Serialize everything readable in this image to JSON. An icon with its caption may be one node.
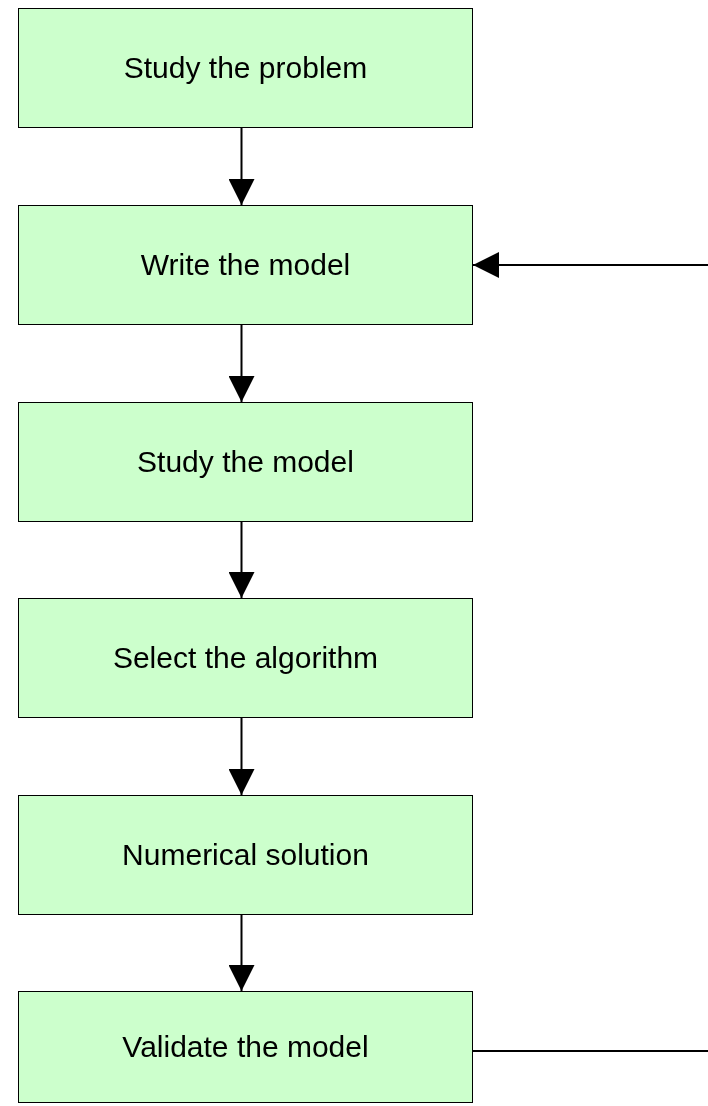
{
  "diagram": {
    "nodes": [
      {
        "text": [
          "Study the problem"
        ]
      },
      {
        "text": [
          "Write the model"
        ]
      },
      {
        "text": [
          "Study the model"
        ]
      },
      {
        "text": [
          "Select the algorithm"
        ]
      },
      {
        "text": [
          "Numerical solution"
        ]
      },
      {
        "text": [
          "Validate the model"
        ]
      }
    ],
    "edges": [
      {
        "from": 0,
        "to": 1,
        "arrow": "to"
      },
      {
        "from": 1,
        "to": 2,
        "arrow": "to"
      },
      {
        "from": 2,
        "to": 3,
        "arrow": "to"
      },
      {
        "from": 3,
        "to": 4,
        "arrow": "to"
      },
      {
        "from": 4,
        "to": 5,
        "arrow": "to"
      },
      {
        "from": null,
        "to": 1,
        "arrow": "to"
      },
      {
        "from": 5,
        "to": null,
        "arrow": "none"
      }
    ]
  }
}
